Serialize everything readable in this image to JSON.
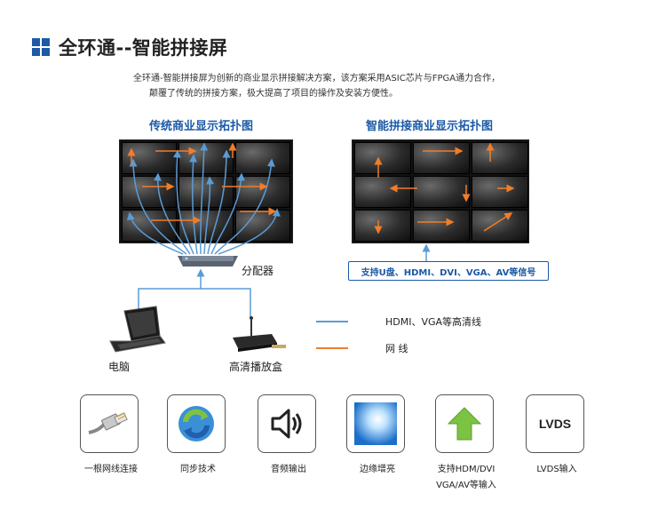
{
  "header": {
    "title": "全环通--智能拼接屏"
  },
  "intro": {
    "line1": "全环通-智能拼接屏为创新的商业显示拼接解决方案，该方案采用ASIC芯片与FPGA通力合作，",
    "line2": "颠覆了传统的拼接方案，极大提高了项目的操作及安装方便性。"
  },
  "left_diagram": {
    "title": "传统商业显示拓扑图",
    "splitter_label": "分配器",
    "pc_label": "电脑",
    "player_label": "高清播放盒"
  },
  "right_diagram": {
    "title": "智能拼接商业显示拓扑图",
    "signal_text": "支持U盘、HDMI、DVI、VGA、AV等信号"
  },
  "legend": {
    "hdmi_label": "HDMI、VGA等高清线",
    "net_label": "网 线",
    "hdmi_color": "#5b9bd5",
    "net_color": "#f07d2a"
  },
  "features": [
    {
      "label": "一根网线连接",
      "icon": "network-cable-icon"
    },
    {
      "label": "同步技术",
      "icon": "sync-icon"
    },
    {
      "label": "音频输出",
      "icon": "speaker-icon"
    },
    {
      "label": "边缘增亮",
      "icon": "brightness-icon"
    },
    {
      "label": "支持HDM/DVI VGA/AV等输入",
      "line1": "支持HDM/DVI",
      "line2": "VGA/AV等输入",
      "icon": "upload-arrow-icon"
    },
    {
      "label": "LVDS输入",
      "icon": "lvds-icon",
      "icon_text": "LVDS"
    }
  ]
}
